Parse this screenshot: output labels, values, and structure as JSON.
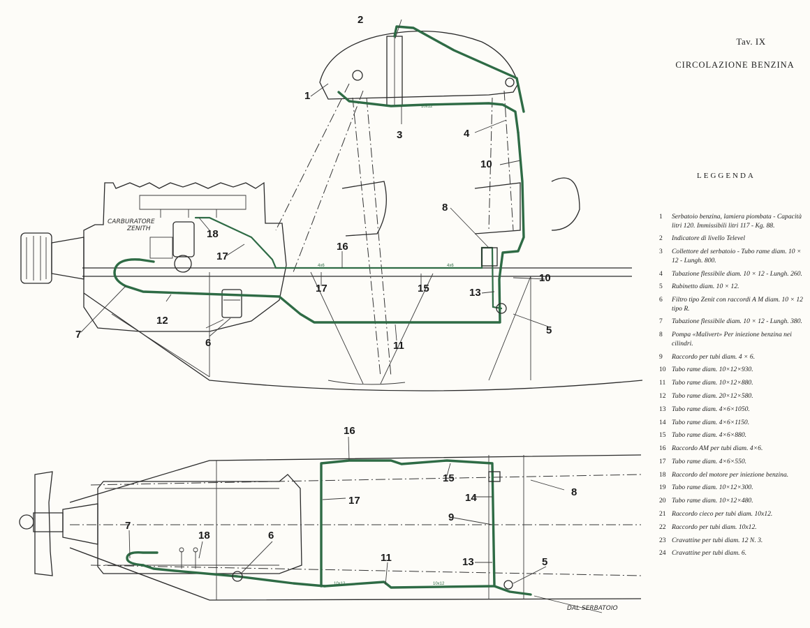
{
  "plate": "Tav. IX",
  "title": "CIRCOLAZIONE BENZINA",
  "legend_title": "LEGGENDA",
  "legend": [
    {
      "n": "1",
      "text": "Serbatoio benzina, lamiera piombata - Capacità litri 120. Immissibili litri 117 - Kg. 88."
    },
    {
      "n": "2",
      "text": "Indicatore di livello Televel"
    },
    {
      "n": "3",
      "text": "Collettore del serbatoio - Tubo rame diam. 10 × 12 - Lungh. 800."
    },
    {
      "n": "4",
      "text": "Tubazione flessibile diam. 10 × 12 - Lungh. 260."
    },
    {
      "n": "5",
      "text": "Rubinetto diam. 10 × 12."
    },
    {
      "n": "6",
      "text": "Filtro tipo Zenit con raccordi A M diam. 10 × 12 tipo R."
    },
    {
      "n": "7",
      "text": "Tubazione flessibile diam. 10 × 12 - Lungh. 380."
    },
    {
      "n": "8",
      "text": "Pompa «Malivert» Per iniezione benzina nei cilindri."
    },
    {
      "n": "9",
      "text": "Raccordo per tubi diam. 4 × 6."
    },
    {
      "n": "10",
      "text": "Tubo rame diam. 10×12×930."
    },
    {
      "n": "11",
      "text": "Tubo rame diam. 10×12×880."
    },
    {
      "n": "12",
      "text": "Tubo rame diam. 20×12×580."
    },
    {
      "n": "13",
      "text": "Tubo rame diam. 4×6×1050."
    },
    {
      "n": "14",
      "text": "Tubo rame diam. 4×6×1150."
    },
    {
      "n": "15",
      "text": "Tubo rame diam. 4×6×880."
    },
    {
      "n": "16",
      "text": "Raccordo AM per tubi diam. 4×6."
    },
    {
      "n": "17",
      "text": "Tubo rame diam. 4×6×550."
    },
    {
      "n": "18",
      "text": "Raccordo del motore per iniezione benzina."
    },
    {
      "n": "19",
      "text": "Tubo rame diam. 10×12×300."
    },
    {
      "n": "20",
      "text": "Tubo rame diam. 10×12×480."
    },
    {
      "n": "21",
      "text": "Raccordo cieco per tubi diam. 10x12."
    },
    {
      "n": "22",
      "text": "Raccordo per tubi diam. 10x12."
    },
    {
      "n": "23",
      "text": "Cravattine per tubi diam. 12 N. 3."
    },
    {
      "n": "24",
      "text": "Cravattine per tubi diam. 6."
    }
  ],
  "diagram": {
    "side_callouts": [
      "1",
      "2",
      "3",
      "4",
      "10",
      "8",
      "18",
      "17",
      "16",
      "17",
      "15",
      "13",
      "10",
      "5",
      "7",
      "12",
      "6",
      "11"
    ],
    "top_callouts": [
      "16",
      "15",
      "8",
      "17",
      "14",
      "9",
      "7",
      "18",
      "6",
      "11",
      "13",
      "5"
    ],
    "carburettor_label_1": "CARBURATORE",
    "carburettor_label_2": "ZENITH",
    "from_tank_label": "DAL SERBATOIO",
    "pipe_tags": [
      "10x12",
      "4x6",
      "4x6",
      "10x12",
      "10x12"
    ]
  },
  "colors": {
    "pipe": "#2e6b45",
    "paper": "#fdfcf8",
    "ink": "#1b1b1b"
  }
}
